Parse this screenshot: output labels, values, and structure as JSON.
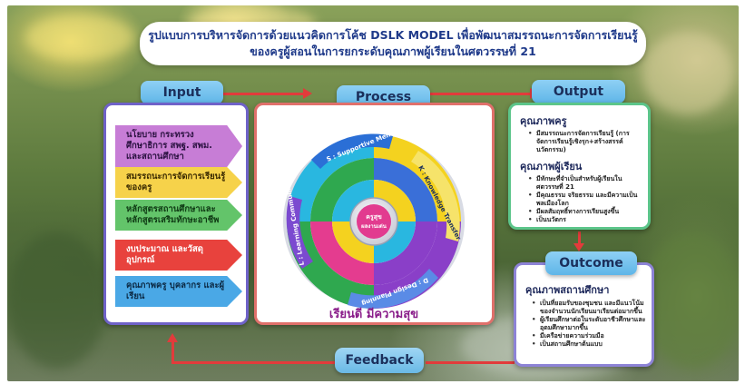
{
  "title": {
    "line1": "รูปแบบการบริหารจัดการด้วยแนวคิดการโค้ช DSLK MODEL เพื่อพัฒนาสมรรถนะการจัดการเรียนรู้",
    "line2": "ของครูผู้สอนในการยกระดับคุณภาพผู้เรียนในศตวรรษที่ 21"
  },
  "labels": {
    "input": "Input",
    "process": "Process",
    "output": "Output",
    "outcome": "Outcome",
    "feedback": "Feedback"
  },
  "input_items": [
    {
      "text": "นโยบาย กระทรวงศึกษาธิการ สพฐ. สพม. และสถานศึกษา",
      "color": "#c77dd6"
    },
    {
      "text": "สมรรถนะการจัดการเรียนรู้ของครู",
      "color": "#f6d24a"
    },
    {
      "text": "หลักสูตรสถานศึกษาและหลักสูตรเสริมทักษะอาชีพ",
      "color": "#63c46a"
    },
    {
      "text": "งบประมาณ และวัสดุอุปกรณ์",
      "color": "#e8423d"
    },
    {
      "text": "คุณภาพครู บุคลากร และผู้เรียน",
      "color": "#4aa8e6"
    }
  ],
  "process": {
    "center_line1": "ครูสุข",
    "center_line2": "ผลงานเด่น",
    "segments": [
      "S : Supportive Mentoring",
      "K : Knowledge Transfer",
      "D : Design Planning",
      "L : Learning Community"
    ],
    "caption": "เรียนดี  มีความสุข",
    "colors": {
      "cyan": "#29b7e0",
      "yellow": "#f4d21f",
      "green": "#2fa84f",
      "pink": "#e43c8f",
      "purple": "#8a3fc8",
      "blue": "#3a6fd8"
    }
  },
  "output": {
    "teacher_title": "คุณภาพครู",
    "teacher_items": [
      "มีสมรรถนะการจัดการเรียนรู้ (การจัดการเรียนรู้เชิงรุก+สร้างสรรค์นวัตกรรม)"
    ],
    "student_title": "คุณภาพผู้เรียน",
    "student_items": [
      "มีทักษะที่จำเป็นสำหรับผู้เรียนในศตวรรษที่ 21",
      "มีคุณธรรม จริยธรรม และมีความเป็นพลเมืองโลก",
      "มีผลสัมฤทธิ์ทางการเรียนสูงขึ้น",
      "เป็นนวัตกร"
    ]
  },
  "outcome": {
    "title": "คุณภาพสถานศึกษา",
    "items": [
      "เป็นที่ยอมรับของชุมชน และมีแนวโน้มของจำนวนนักเรียนมาเรียนต่อมากขึ้น",
      "ผู้เรียนศึกษาต่อในระดับอาชีวศึกษาและอุดมศึกษามากขึ้น",
      "มีเครือข่ายความร่วมมือ",
      "เป็นสถานศึกษาต้นแบบ"
    ]
  }
}
